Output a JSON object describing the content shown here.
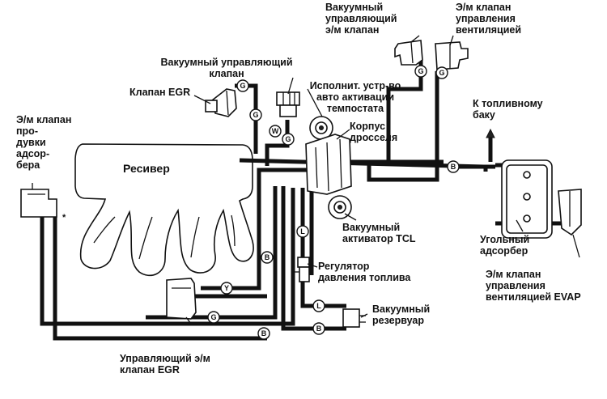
{
  "labels": {
    "vac_ctrl_sol": "Вакуумный\nуправляющий\nэ/м клапан",
    "vent_ctrl_sol": "Э/м клапан\nуправления\nвентиляцией",
    "vac_ctrl_valve": "Вакуумный управляющий\nклапан",
    "egr_valve": "Клапан EGR",
    "tempostat_actuator": "Исполнит. устр-во\nавто активации\nтемпостата",
    "to_fuel_tank": "К топливному\nбаку",
    "purge_sol": "Э/м клапан\nпро-\nдувки\nадсор-\nбера",
    "throttle_body": "Корпус\nдросселя",
    "receiver": "Ресивер",
    "tcl_actuator": "Вакуумный\nактиватор TCL",
    "canister": "Угольный\nадсорбер",
    "fuel_regulator": "Регулятор\nдавления топлива",
    "evap_sol": "Э/м клапан\nуправления\nвентиляцией EVAP",
    "vac_reservoir": "Вакуумный\nрезервуар",
    "egr_ctrl_sol": "Управляющий э/м\nклапан EGR",
    "star": "*"
  },
  "hose_tags": {
    "g": "G",
    "w": "W",
    "b": "B",
    "l": "L",
    "y": "Y"
  }
}
